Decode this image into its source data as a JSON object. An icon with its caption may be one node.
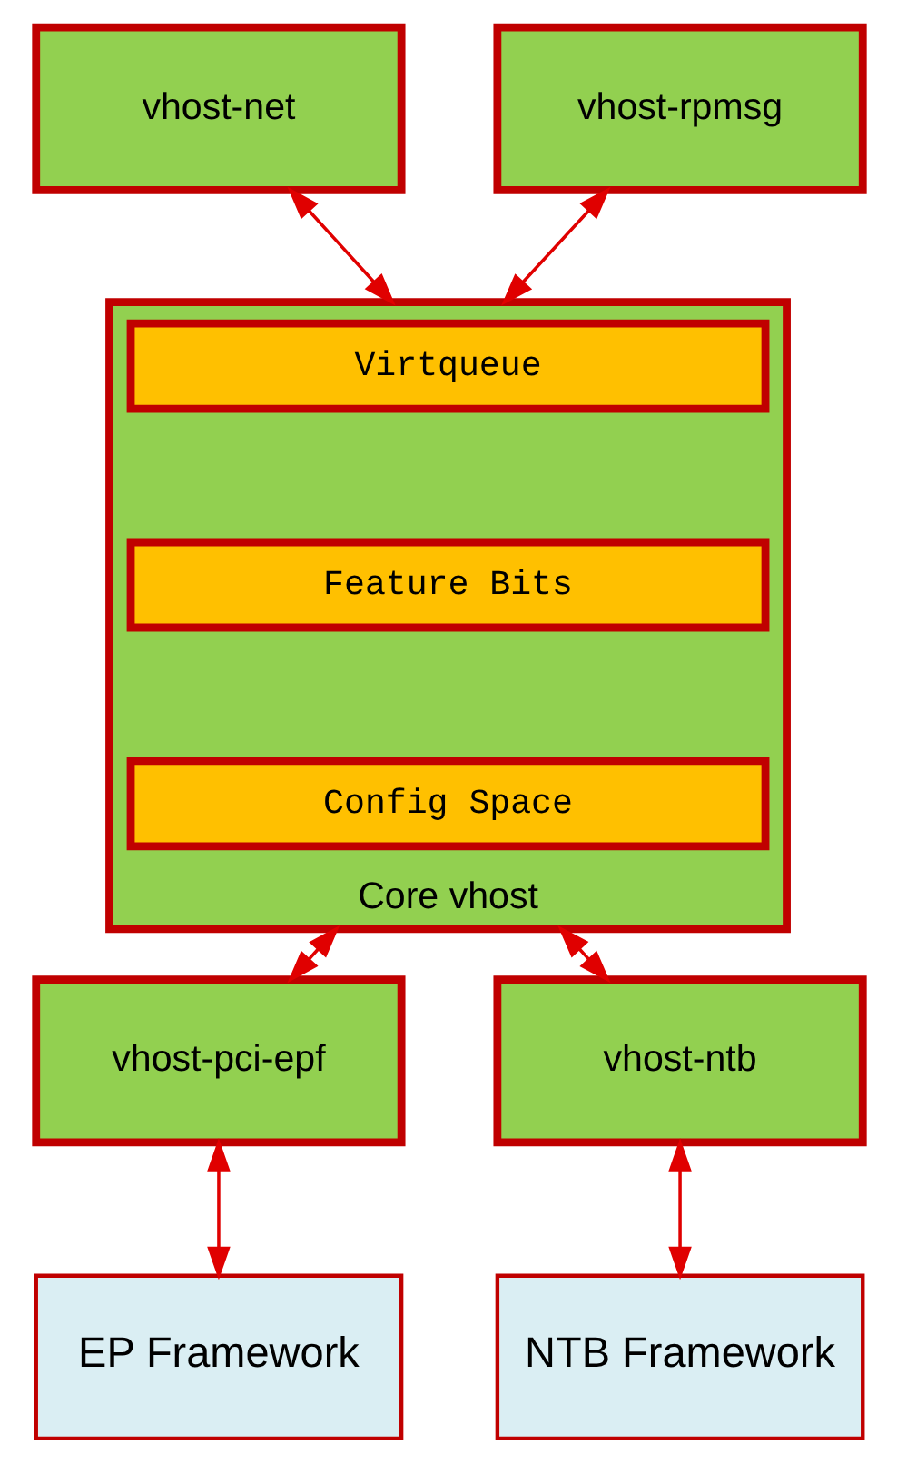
{
  "diagram": {
    "nodes": [
      {
        "text": [
          "vhost-net"
        ]
      },
      {
        "text": [
          "vhost-rpmsg"
        ]
      },
      {
        "text": [
          "Core vhost"
        ]
      },
      {
        "text": [
          "Virtqueue"
        ],
        "in": 2
      },
      {
        "text": [
          "Feature Bits"
        ],
        "in": 2
      },
      {
        "text": [
          "Config Space"
        ],
        "in": 2
      },
      {
        "text": [
          "vhost-pci-epf"
        ]
      },
      {
        "text": [
          "vhost-ntb"
        ]
      },
      {
        "text": [
          "EP Framework"
        ]
      },
      {
        "text": [
          "NTB Framework"
        ]
      }
    ],
    "edges": [
      {
        "from": 0,
        "to": 2,
        "arrow": "both"
      },
      {
        "from": 1,
        "to": 2,
        "arrow": "both"
      },
      {
        "from": 2,
        "to": 6,
        "arrow": "both"
      },
      {
        "from": 2,
        "to": 7,
        "arrow": "both"
      },
      {
        "from": 6,
        "to": 8,
        "arrow": "both"
      },
      {
        "from": 7,
        "to": 9,
        "arrow": "both"
      }
    ]
  }
}
